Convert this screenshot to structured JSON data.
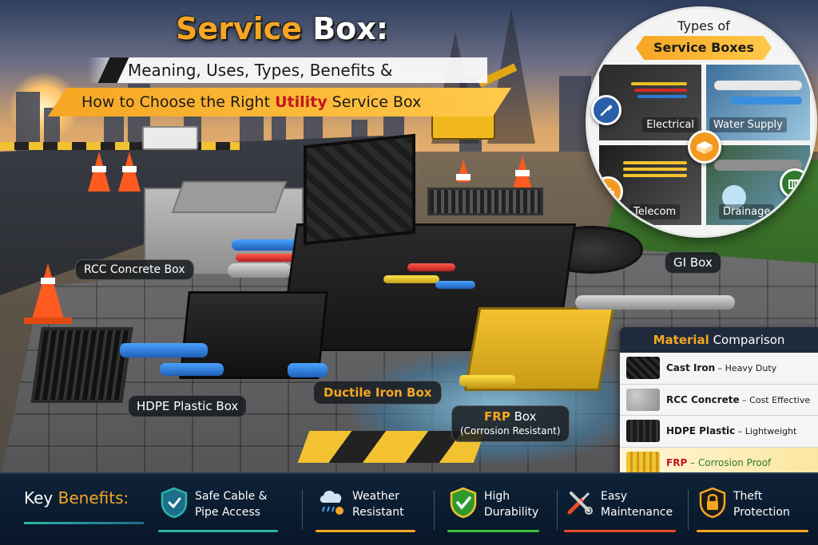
{
  "title": {
    "main_part1": "Service ",
    "main_part2": "Box:",
    "subtitle1": "Meaning, Uses, Types, Benefits &",
    "subtitle2_pre": "How to Choose the Right ",
    "subtitle2_highlight": "Utility",
    "subtitle2_post": " Service Box"
  },
  "types": {
    "heading1": "Types of",
    "heading2": "Service Boxes",
    "items": [
      {
        "label": "Electrical",
        "icon": "screwdriver-icon"
      },
      {
        "label": "Water Supply",
        "icon": "pipe-icon"
      },
      {
        "label": "Telecom",
        "icon": "router-icon"
      },
      {
        "label": "Drainage",
        "icon": "drain-icon"
      }
    ],
    "center_icon": "service-box-icon"
  },
  "callouts": {
    "rcc": "RCC Concrete Box",
    "hdpe": "HDPE Plastic Box",
    "ductile": "Ductile Iron Box",
    "gi": "GI Box",
    "frp_line1_name": "FRP",
    "frp_line1_word": " Box",
    "frp_line2": "(Corrosion Resistant)"
  },
  "materials": {
    "heading_highlight": "Material",
    "heading_rest": " Comparison",
    "rows": [
      {
        "name": "Cast Iron",
        "desc": " – Heavy Duty"
      },
      {
        "name": "RCC Concrete",
        "desc": " – Cost Effective"
      },
      {
        "name": "HDPE Plastic",
        "desc": " – Lightweight"
      },
      {
        "name": "FRP",
        "desc": " – Corrosion Proof"
      }
    ]
  },
  "benefits": {
    "title_pre": "Key ",
    "title_highlight": "Benefits:",
    "items": [
      {
        "line1": "Safe Cable &",
        "line2": "Pipe Access",
        "icon": "shield-icon",
        "color": "#2bb4a8"
      },
      {
        "line1": "Weather",
        "line2": "Resistant",
        "icon": "cloud-rain-icon",
        "color": "#f6a623"
      },
      {
        "line1": "High",
        "line2": "Durability",
        "icon": "check-shield-icon",
        "color": "#3fbf3f"
      },
      {
        "line1": "Easy",
        "line2": "Maintenance",
        "icon": "tools-icon",
        "color": "#e84a2a"
      },
      {
        "line1": "Theft",
        "line2": "Protection",
        "icon": "lock-icon",
        "color": "#f6a623"
      }
    ]
  },
  "colors": {
    "accent": "#f6a623",
    "highlight_red": "#c4161c",
    "navy": "#0e2238"
  }
}
